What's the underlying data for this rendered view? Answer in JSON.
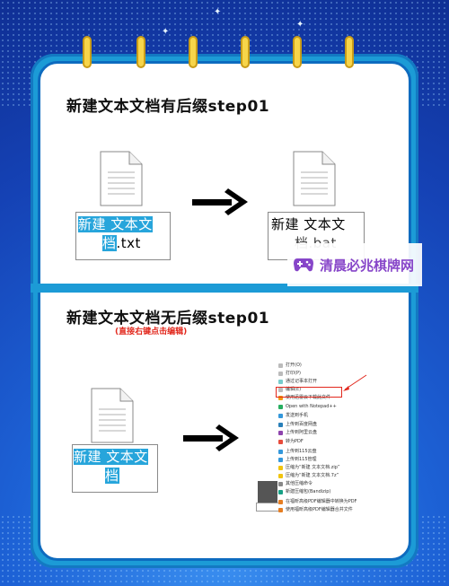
{
  "colors": {
    "board": "#1c9bd6",
    "highlight": "#27a5db",
    "arrow": "#000000",
    "note_red": "#e2281d",
    "watermark": "#8746c9"
  },
  "section1": {
    "title": "新建文本文档有后缀step01",
    "left_file": {
      "line1": "新建 文本文",
      "line2_hl": "档",
      "line2_rest": ".txt"
    },
    "right_file": {
      "line1": "新建 文本文",
      "line2": "档.bat"
    }
  },
  "section2": {
    "title": "新建文本文档无后缀step01",
    "note": "(直接右键点击编辑)",
    "left_file": {
      "line1": "新建 文本文",
      "line2": "档"
    }
  },
  "watermark": {
    "text": "清晨必兆棋牌网",
    "icon": "gamepad-icon"
  },
  "context_menu": {
    "items": [
      {
        "label": "打开(O)"
      },
      {
        "label": "打印(P)"
      },
      {
        "label": "通过记事本打开"
      },
      {
        "label": "编辑(E)"
      },
      {
        "label": "使用迅雷云下载此文件"
      },
      {
        "label": "Open with Notepad++"
      },
      {
        "label": "发送到手机"
      },
      {
        "label": "上传到百度网盘"
      },
      {
        "label": "上传到阿里云盘"
      },
      {
        "label": "转为PDF"
      },
      {
        "label": "上传到115云盘"
      },
      {
        "label": "上传到115管理"
      },
      {
        "label": "压缩为“新建 文本文档.zip”"
      },
      {
        "label": "压缩为“新建 文本文档.7z”"
      },
      {
        "label": "其他压缩命令"
      },
      {
        "label": "新建压缩包(Bandizip)"
      },
      {
        "label": "在福昕高级PDF编辑器中转换为PDF"
      },
      {
        "label": "使用福昕高级PDF编辑器合并文件"
      }
    ]
  }
}
